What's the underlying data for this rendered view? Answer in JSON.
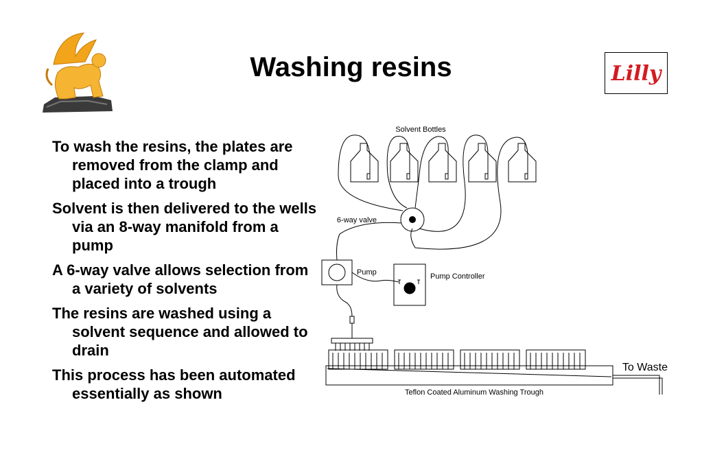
{
  "slide": {
    "title": "Washing resins",
    "left_logo": "sphinx-logo",
    "right_logo_text": "Lilly",
    "bullets": [
      "To wash the resins, the plates are removed from the clamp and placed into a trough",
      "Solvent is then delivered to the wells via an 8-way manifold from a pump",
      "A 6-way valve allows selection from a variety of solvents",
      "The resins are washed using a solvent sequence and allowed to drain",
      "This process has been automated essentially as shown"
    ]
  },
  "diagram": {
    "labels": {
      "solvent_bottles": "Solvent Bottles",
      "valve": "6-way valve",
      "pump": "Pump",
      "pump_controller": "Pump Controller",
      "to_waste": "To Waste",
      "trough": "Teflon Coated Aluminum Washing Trough"
    },
    "bottle_count": 5,
    "plate_count": 4,
    "colors": {
      "line": "#000000",
      "sphinx_gold": "#f2a51a",
      "lilly_red": "#d31b21"
    }
  }
}
